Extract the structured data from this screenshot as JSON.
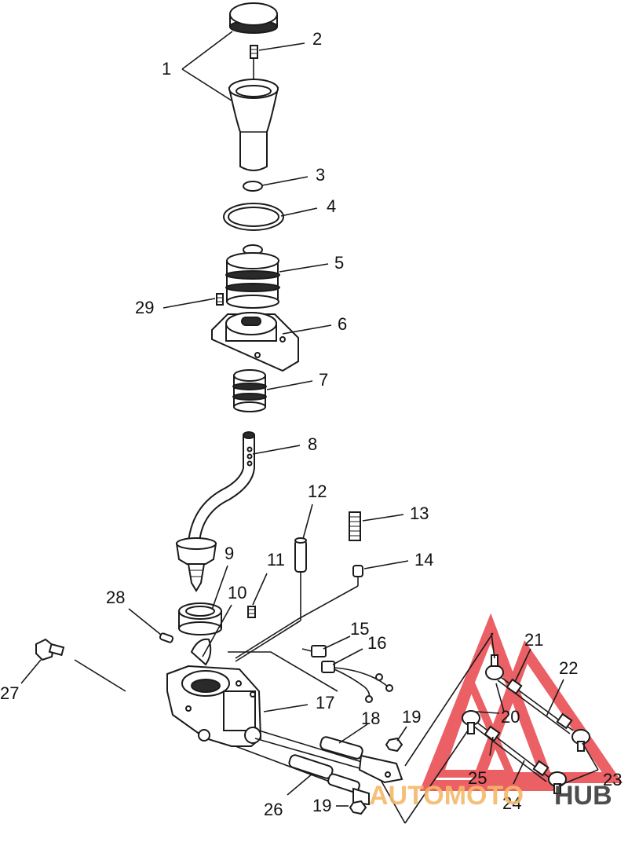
{
  "callouts": {
    "c1": "1",
    "c2": "2",
    "c3": "3",
    "c4": "4",
    "c5": "5",
    "c6": "6",
    "c7": "7",
    "c8": "8",
    "c9": "9",
    "c10": "10",
    "c11": "11",
    "c12": "12",
    "c13": "13",
    "c14": "14",
    "c15": "15",
    "c16": "16",
    "c17": "17",
    "c18": "18",
    "c19a": "19",
    "c19b": "19",
    "c20": "20",
    "c21": "21",
    "c22": "22",
    "c23": "23",
    "c24": "24",
    "c25": "25",
    "c26": "26",
    "c27": "27",
    "c28": "28",
    "c29": "29"
  },
  "watermark": {
    "word_a": "AUTOMOTO",
    "word_b": "HUB",
    "color_a": "#f5b96a",
    "color_b": "#3a3a3a",
    "logo_color": "#e8454b"
  }
}
